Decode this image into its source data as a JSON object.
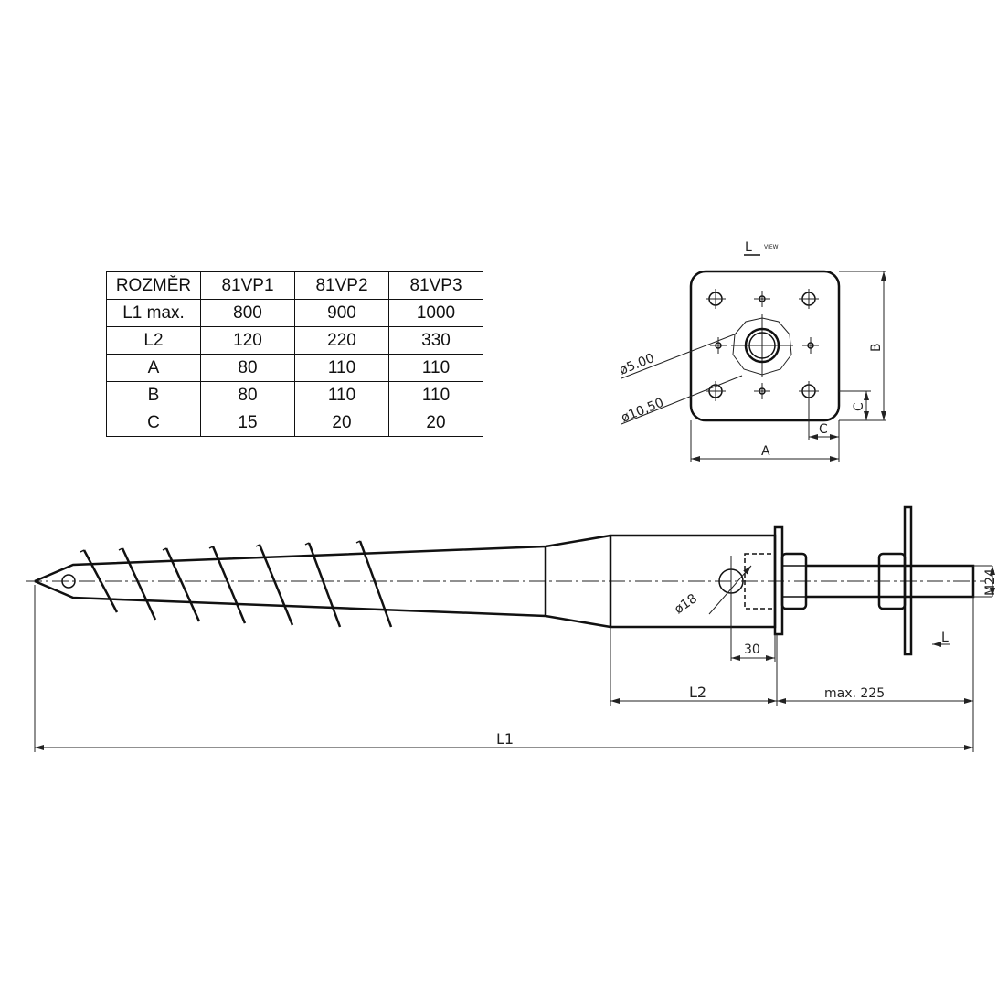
{
  "table": {
    "headers": [
      "ROZMĚR",
      "81VP1",
      "81VP2",
      "81VP3"
    ],
    "rows": [
      [
        "L1 max.",
        "800",
        "900",
        "1000"
      ],
      [
        "L2",
        "120",
        "220",
        "330"
      ],
      [
        "A",
        "80",
        "110",
        "110"
      ],
      [
        "B",
        "80",
        "110",
        "110"
      ],
      [
        "C",
        "15",
        "20",
        "20"
      ]
    ]
  },
  "plate_view": {
    "title": "L",
    "title_suffix": "VIEW",
    "small_hole": "ø5.00",
    "large_hole": "ø10,50",
    "width": "A",
    "height": "B",
    "offset_x": "C",
    "offset_y": "C"
  },
  "side_view": {
    "hole": "ø18",
    "hole_offset": "30",
    "thread": "M24",
    "tube_length": "L2",
    "rod_length": "max. 225",
    "total_length": "L1",
    "view_marker": "L"
  }
}
